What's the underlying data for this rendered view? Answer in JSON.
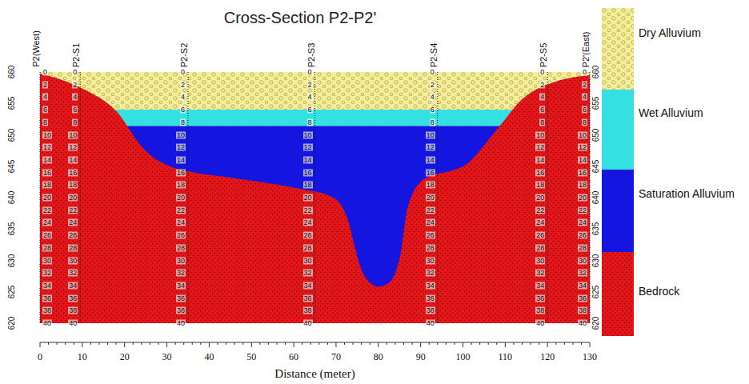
{
  "diagram": {
    "title": "Cross-Section P2-P2'",
    "labels": [
      "P2(West)",
      "P2-S1",
      "P2-S2",
      "P2-S3",
      "P2-S4",
      "P2-S5",
      "P2'(East)",
      "0",
      "2",
      "4",
      "6",
      "8",
      "10",
      "12",
      "14",
      "16",
      "18",
      "20",
      "22",
      "24",
      "26",
      "28",
      "30",
      "32",
      "34",
      "36",
      "38",
      "40",
      "0",
      "2",
      "4",
      "6",
      "8",
      "10",
      "12",
      "14",
      "16",
      "18",
      "20",
      "22",
      "24",
      "26",
      "28",
      "30",
      "32",
      "34",
      "36",
      "38",
      "40",
      "0",
      "2",
      "4",
      "6",
      "8",
      "10",
      "12",
      "14",
      "16",
      "18",
      "20",
      "22",
      "24",
      "26",
      "28",
      "30",
      "32",
      "34",
      "36",
      "38",
      "40",
      "0",
      "2",
      "4",
      "6",
      "8",
      "10",
      "12",
      "14",
      "16",
      "18",
      "20",
      "22",
      "24",
      "26",
      "28",
      "30",
      "32",
      "34",
      "36",
      "38",
      "40",
      "0",
      "2",
      "4",
      "6",
      "8",
      "10",
      "12",
      "14",
      "16",
      "18",
      "20",
      "22",
      "24",
      "26",
      "28",
      "30",
      "32",
      "34",
      "36",
      "38",
      "40",
      "0",
      "2",
      "4",
      "6",
      "8",
      "10",
      "12",
      "14",
      "16",
      "18",
      "20",
      "22",
      "24",
      "26",
      "28",
      "30",
      "32",
      "34",
      "36",
      "38",
      "40",
      "0",
      "2",
      "4",
      "6",
      "8",
      "10",
      "12",
      "14",
      "16",
      "18",
      "20",
      "22",
      "24",
      "26",
      "28",
      "30",
      "32",
      "34",
      "36",
      "38",
      "40",
      "660",
      "655",
      "650",
      "645",
      "640",
      "635",
      "630",
      "625",
      "620",
      "660",
      "655",
      "650",
      "645",
      "640",
      "635",
      "630",
      "625",
      "620",
      "0",
      "10",
      "20",
      "30",
      "40",
      "50",
      "60",
      "70",
      "80",
      "90",
      "100",
      "110",
      "120",
      "130",
      "Distance (meter)"
    ],
    "legend": [
      {
        "text": "Dry Alluvium",
        "color": "#f4ee9a"
      },
      {
        "text": "Wet Alluvium",
        "color": "#35e0e3"
      },
      {
        "text": "Saturation Alluvium",
        "color": "#1515e0"
      },
      {
        "text": "Bedrock",
        "color": "#e3161a"
      }
    ]
  }
}
